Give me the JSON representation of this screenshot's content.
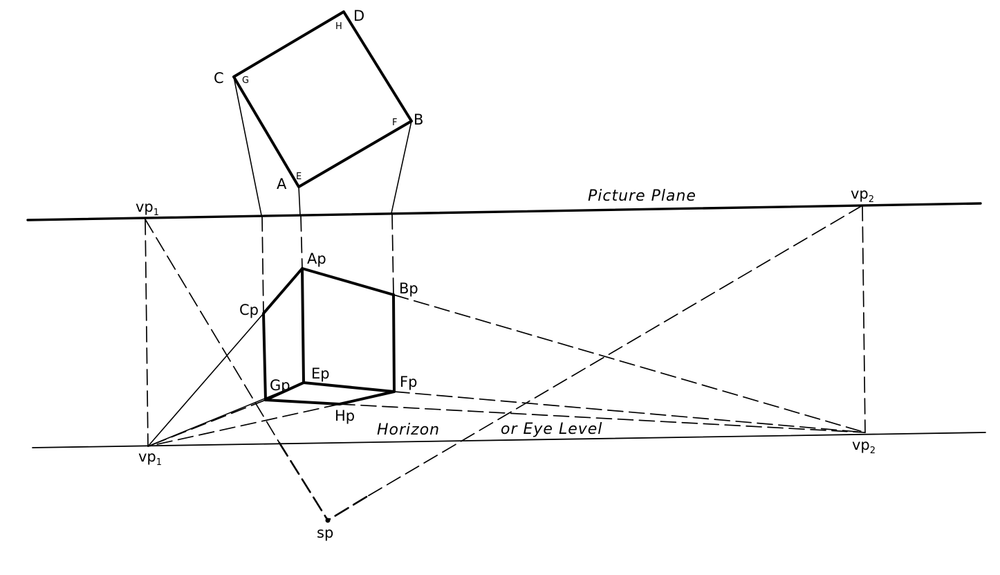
{
  "labels": {
    "picture_plane": "Picture Plane",
    "horizon": "Horizon",
    "eye_level": "or Eye Level",
    "sp": "sp",
    "vp1_top": {
      "base": "vp",
      "sub": "1"
    },
    "vp2_top": {
      "base": "vp",
      "sub": "2"
    },
    "vp1_bottom": {
      "base": "vp",
      "sub": "1"
    },
    "vp2_bottom": {
      "base": "vp",
      "sub": "2"
    },
    "plan_corners": {
      "A": "A",
      "B": "B",
      "C": "C",
      "D": "D",
      "E": "E",
      "F": "F",
      "G": "G",
      "H": "H"
    },
    "perspective_corners": {
      "Ap": "Ap",
      "Bp": "Bp",
      "Cp": "Cp",
      "Ep": "Ep",
      "Fp": "Fp",
      "Gp": "Gp",
      "Hp": "Hp"
    }
  }
}
